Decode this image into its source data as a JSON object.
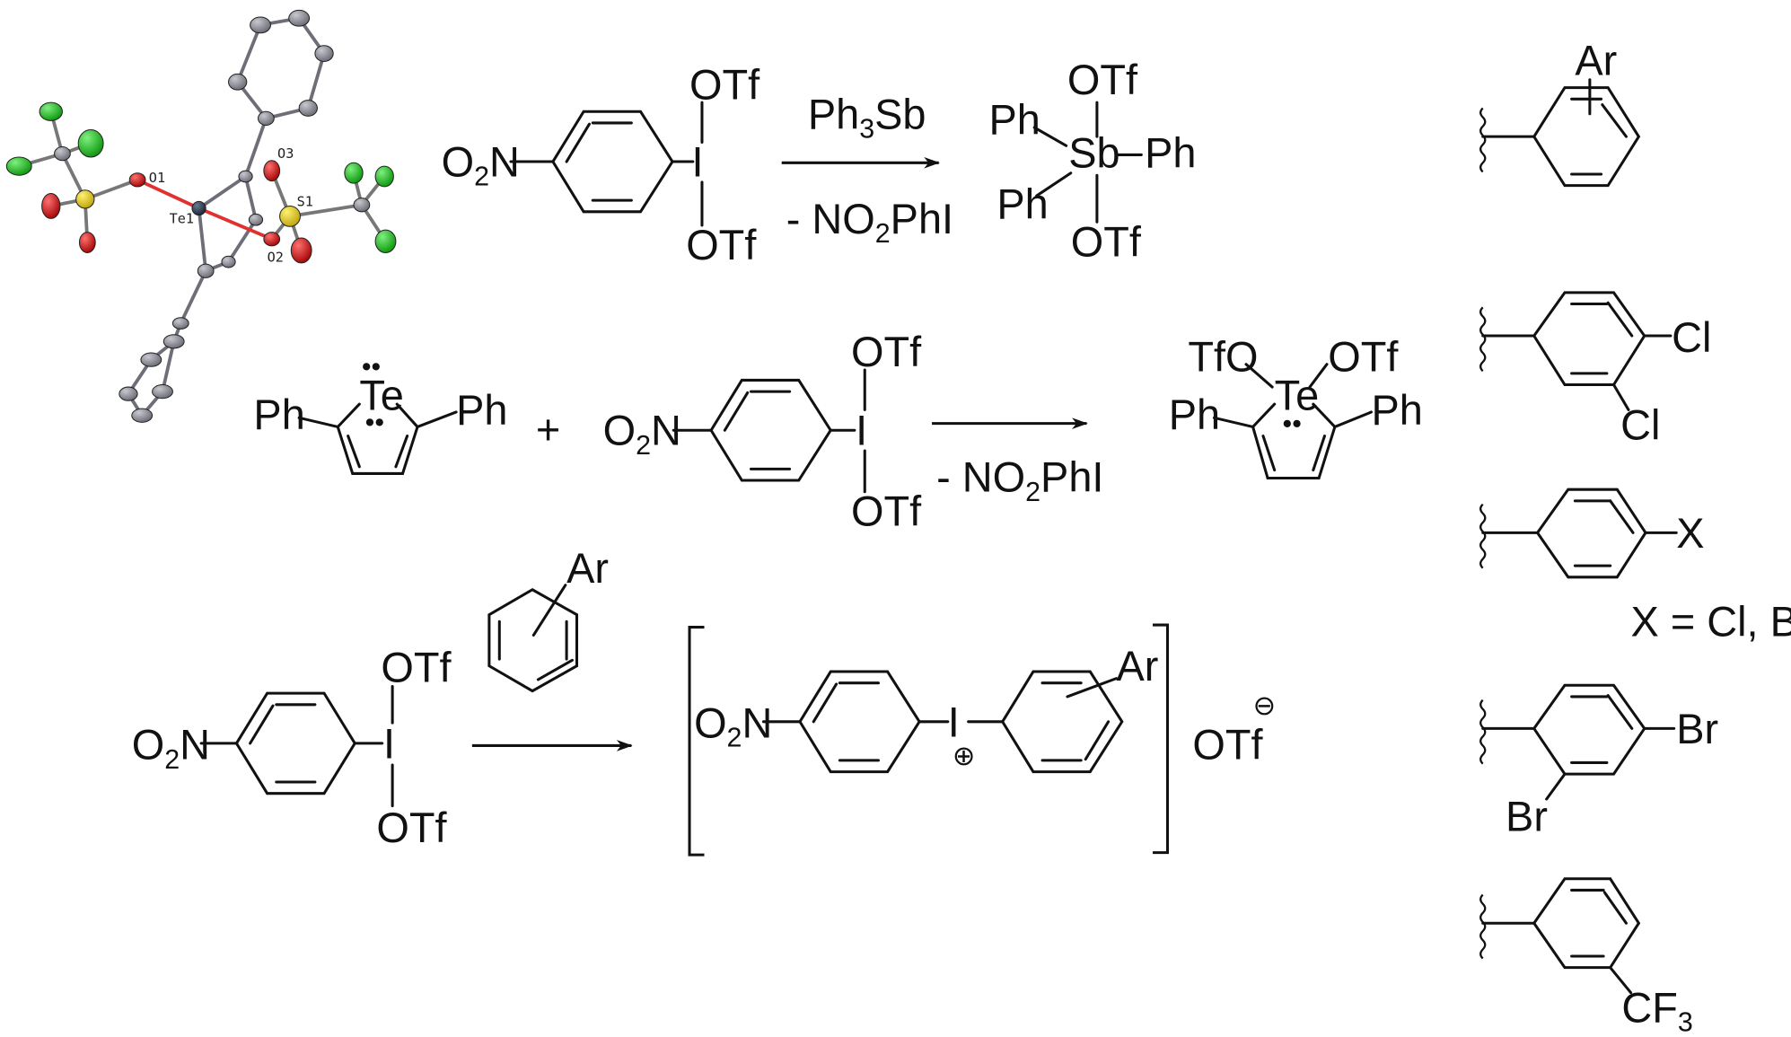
{
  "crystal": {
    "atoms": {
      "te": "Te1",
      "o1": "O1",
      "o2": "O2",
      "o3": "O3",
      "s1": "S1"
    },
    "colors": {
      "carbon": "#8c8c96",
      "fluorine": "#22c022",
      "oxygen": "#d61414",
      "sulfur": "#e6d21e",
      "tellurium": "#2d3a4e",
      "bond_to_o": "#e03030"
    }
  },
  "common": {
    "otf": "OTf",
    "tfo": "TfO",
    "iodine": "I",
    "ph": "Ph",
    "o": "O",
    "n": "N",
    "sub2": "2",
    "sub3": "3",
    "plus": "+",
    "lone_pair": "••"
  },
  "reaction1": {
    "reagent_base": "Ph",
    "reagent_tail": "Sb",
    "byproduct_pre": "- NO",
    "byproduct_post": "PhI",
    "product_center": "Sb"
  },
  "reaction2": {
    "tellurophene_center": "Te",
    "byproduct_pre": "- NO",
    "byproduct_post": "PhI",
    "product_center": "Te"
  },
  "reaction3": {
    "arene_label": "Ar",
    "product_ar_label": "Ar",
    "cation_charge": "⊕",
    "anion_charge": "⊖",
    "counterion": "OTf"
  },
  "substituents": {
    "top_label": "Ar",
    "cl": "Cl",
    "x": "X",
    "x_note": "X = Cl, Br",
    "br": "Br",
    "cf3_base": "CF"
  }
}
